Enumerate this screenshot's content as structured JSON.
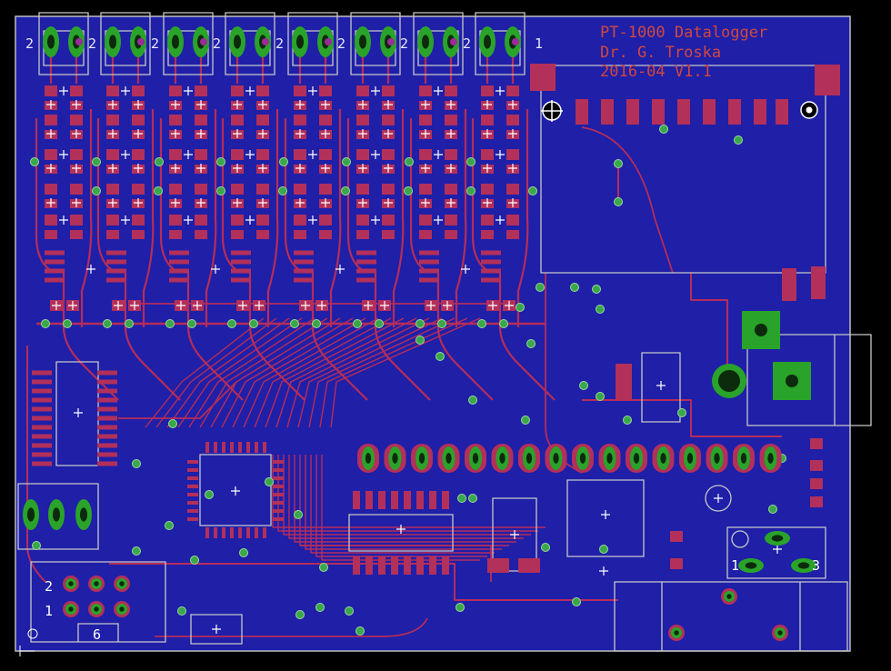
{
  "board": {
    "title_lines": [
      "PT-1000 Datalogger",
      "Dr. G. Troska",
      "2016-04 V1.1"
    ],
    "colors": {
      "background": "#000000",
      "board_fill": "#1f1fa8",
      "copper_trace": "#b52d5a",
      "pad": "#b3305a",
      "via_ring": "#3aa84a",
      "silkscreen": "#c8c8c8",
      "title_text": "#d0483f",
      "through_hole": "#2aa32a"
    }
  },
  "labels": {
    "top_pin_numbers": [
      "2",
      "2",
      "2",
      "2",
      "2",
      "2",
      "2",
      "2",
      "1"
    ],
    "header_left_row1": "2",
    "header_left_row2": "1",
    "header_left_pin": "6",
    "pot_pin_left": "1",
    "pot_pin_right": "3"
  },
  "icons": {
    "mount_hole_left": "crosshair-circle-icon",
    "mount_hole_right": "hole-icon",
    "origin": "origin-cross-icon"
  }
}
